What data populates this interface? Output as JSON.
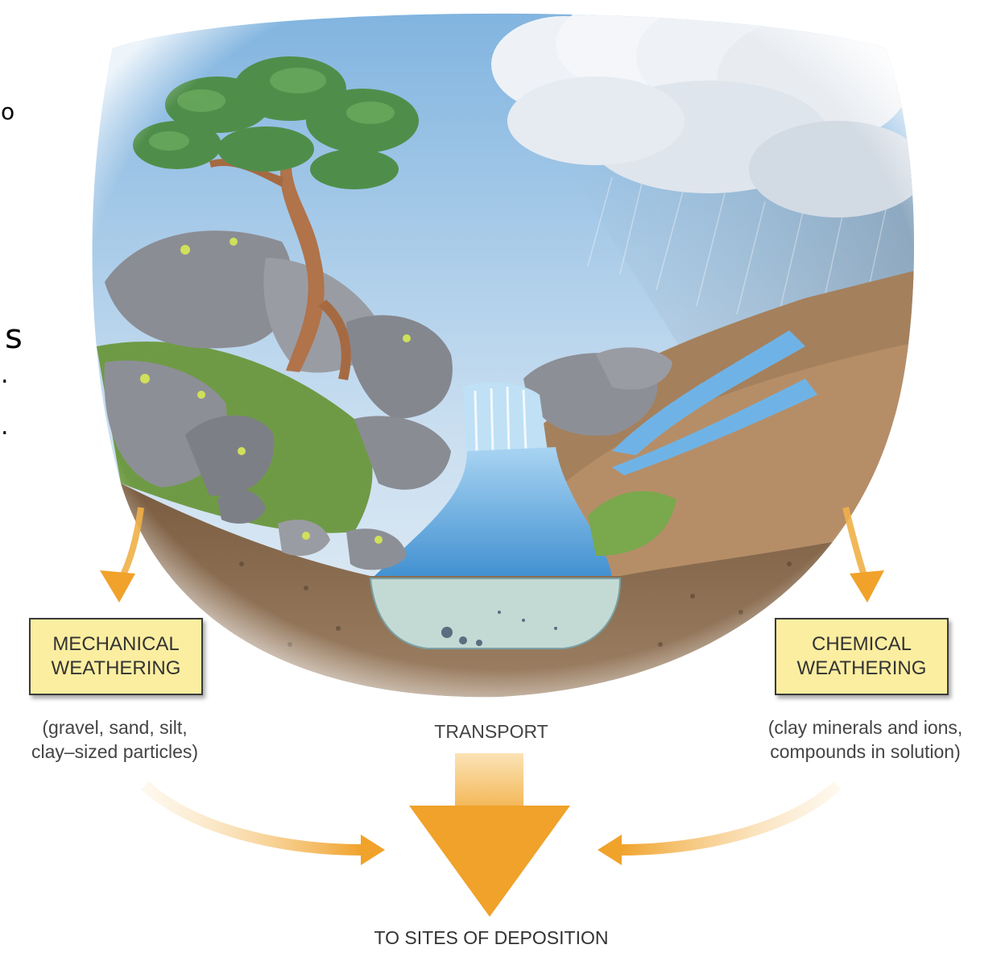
{
  "labels": {
    "mechanical": [
      "MECHANICAL",
      "WEATHERING"
    ],
    "mechanical_products": [
      "(gravel, sand, silt,",
      "clay–sized particles)"
    ],
    "chemical": [
      "CHEMICAL",
      "WEATHERING"
    ],
    "chemical_products": [
      "(clay minerals and ions,",
      "compounds in solution)"
    ],
    "transport": "TRANSPORT",
    "deposition": "TO SITES OF DEPOSITION"
  },
  "edge_glyphs": [
    "o",
    "s",
    ".",
    "."
  ],
  "colors": {
    "box_fill": "#fbeea0",
    "arrow": "#f0a830",
    "sky": "#9cc3e4",
    "water": "#5fa8dc",
    "rock": "#8c8c92",
    "soil": "#8a6a48"
  },
  "icons": [
    "tree-icon",
    "rain-cloud-icon",
    "waterfall-icon",
    "stream-icon",
    "boulder-icon",
    "grass-icon"
  ]
}
